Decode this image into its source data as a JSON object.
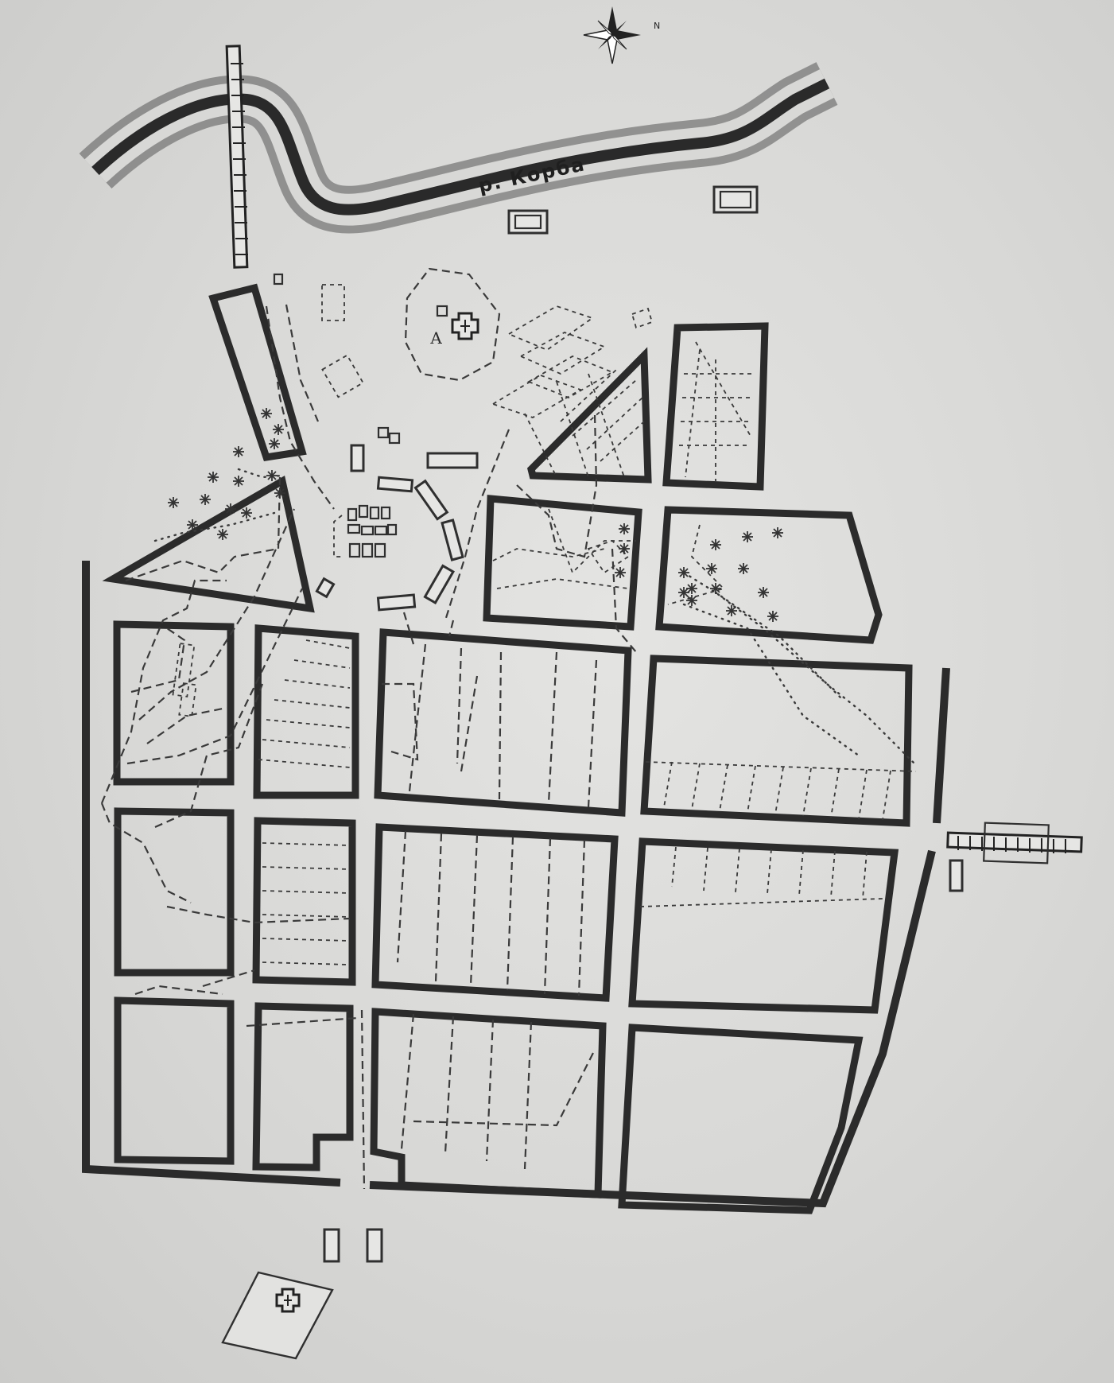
{
  "map": {
    "river_label": "р. Корба",
    "marker_a": "А",
    "north_mark": "N"
  },
  "colors": {
    "paper": "#d9d9d9",
    "ink": "#2b2b2b"
  },
  "icons": [
    "compass-rose-icon",
    "church-cross-icon",
    "tree-icon",
    "bridge-icon"
  ]
}
